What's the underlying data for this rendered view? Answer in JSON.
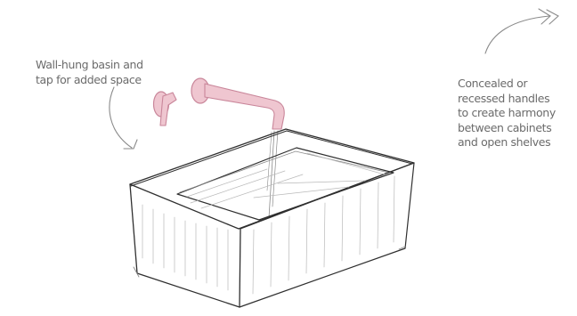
{
  "colors": {
    "ink": "#2f2f2f",
    "text": "#6b6b6b",
    "shading": "#b9b9b9",
    "tap_fill": "#efc6d0",
    "tap_outline": "#c9869a",
    "background": "#ffffff"
  },
  "annotations": {
    "left": {
      "lines": [
        "Wall-hung basin and",
        "tap for added space"
      ]
    },
    "right": {
      "lines": [
        "Concealed or",
        "recessed handles",
        "to create harmony",
        "between cabinets",
        "and open shelves"
      ]
    }
  },
  "icons": {
    "left_arrow": "curved-arrow-down-right-icon",
    "right_arrow": "curved-arrow-up-right-icon"
  }
}
